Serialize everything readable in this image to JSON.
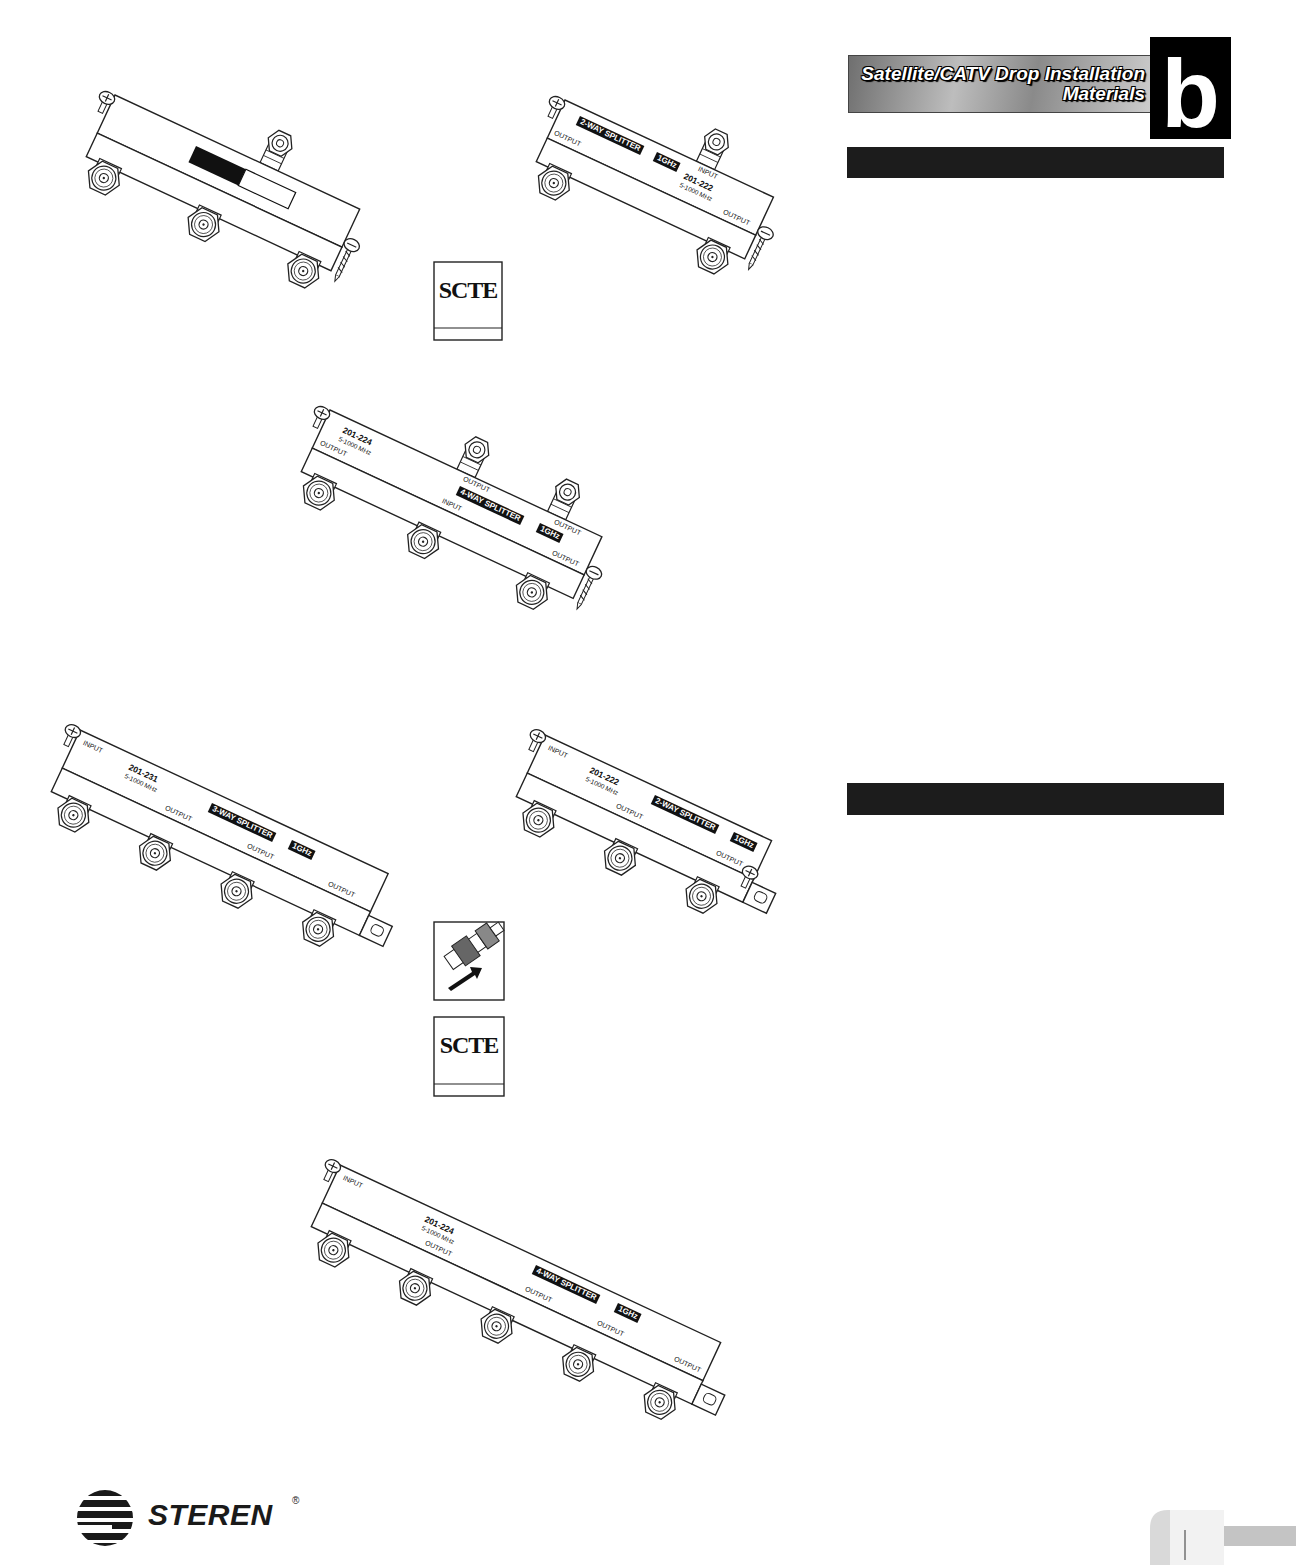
{
  "diagram": {
    "nodes": [
      {
        "text": [
          "Satellite/CATV Drop Installation Materials"
        ]
      },
      {
        "text": [
          "b"
        ]
      }
    ],
    "labels": [
      "INPUT",
      "OUTPUT",
      "2-WAY SPLITTER",
      "1GHz",
      "201-222",
      "5-1000 MHz",
      "OUTPUT",
      "SCTE",
      "201-224",
      "5-1000 MHz",
      "OUTPUT",
      "OUTPUT",
      "OUTPUT",
      "4-WAY SPLITTER",
      "1GHz",
      "INPUT",
      "OUTPUT",
      "INPUT",
      "201-231",
      "5-1000 MHz",
      "OUTPUT",
      "3-WAY SPLITTER",
      "1GHz",
      "OUTPUT",
      "OUTPUT",
      "SCTE",
      "INPUT",
      "201-222",
      "5-1000 MHz",
      "OUTPUT",
      "2-WAY SPLITTER",
      "1GHz",
      "OUTPUT",
      "INPUT",
      "201-224",
      "5-1000 MHz",
      "OUTPUT",
      "4-WAY SPLITTER",
      "1GHz",
      "OUTPUT",
      "OUTPUT",
      "OUTPUT",
      "STEREN",
      "®"
    ]
  }
}
